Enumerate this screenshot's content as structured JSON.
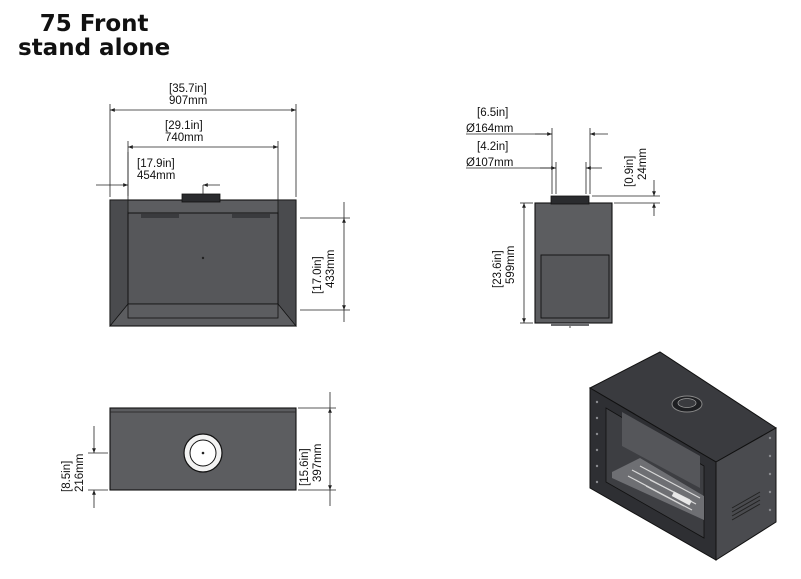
{
  "title": {
    "line1": "75 Front",
    "line2": "stand alone"
  },
  "front_view": {
    "overall_width": {
      "in": "[35.7in]",
      "mm": "907mm"
    },
    "glass_width": {
      "in": "[29.1in]",
      "mm": "740mm"
    },
    "flue_offset": {
      "in": "[17.9in]",
      "mm": "454mm"
    },
    "glass_height": {
      "in": "[17.0in]",
      "mm": "433mm"
    }
  },
  "side_view": {
    "outer_flue_diameter": {
      "in": "[6.5in]",
      "mm": "Ø164mm"
    },
    "inner_flue_diameter": {
      "in": "[4.2in]",
      "mm": "Ø107mm"
    },
    "collar_height": {
      "in": "[0.9in]",
      "mm": "24mm"
    },
    "overall_height": {
      "in": "[23.6in]",
      "mm": "599mm"
    }
  },
  "top_view": {
    "flue_offset_depth": {
      "in": "[8.5in]",
      "mm": "216mm"
    },
    "overall_depth": {
      "in": "[15.6in]",
      "mm": "397mm"
    }
  },
  "colors": {
    "body": "#5c5d60",
    "body_dark": "#2e2f33",
    "glass": "#56575a",
    "line": "#222222"
  }
}
